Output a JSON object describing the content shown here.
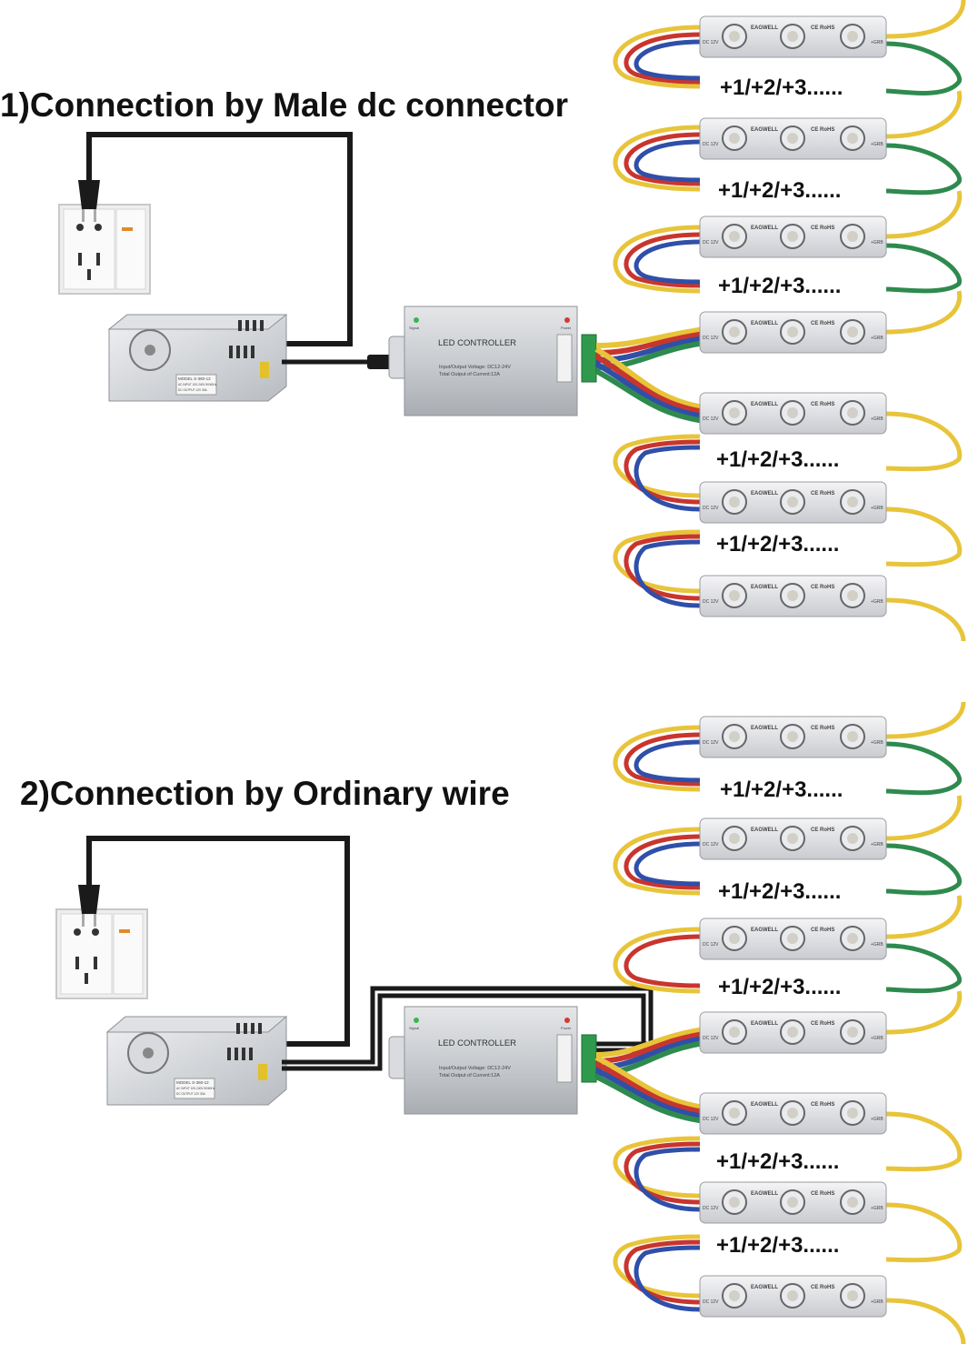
{
  "sections": [
    {
      "heading": "1)Connection by Male dc connector",
      "connection_type": "male-dc-connector",
      "controller": {
        "title": "LED CONTROLLER",
        "spec_voltage": "Input/Output Voltage: DC12-24V",
        "spec_current": "Total Output of Current:12A",
        "signal_label": "Signal",
        "power_label": "Power"
      },
      "power_supply": {
        "model": "MODEL S-360-12",
        "input": "AC INPUT 100-240V 50/60Hz",
        "output": "DC OUTPUT 12V 30A"
      },
      "modules": [
        {
          "brand": "EAGWELL",
          "cert": "CE RoHS",
          "voltage": "DC 12V",
          "pins": "+GRB"
        },
        {
          "brand": "EAGWELL",
          "cert": "CE RoHS",
          "voltage": "DC 12V",
          "pins": "+GRB"
        },
        {
          "brand": "EAGWELL",
          "cert": "CE RoHS",
          "voltage": "DC 12V",
          "pins": "+GRB"
        },
        {
          "brand": "EAGWELL",
          "cert": "CE RoHS",
          "voltage": "DC 12V",
          "pins": "+GRB"
        },
        {
          "brand": "EAGWELL",
          "cert": "CE RoHS",
          "voltage": "DC 12V",
          "pins": "+GRB"
        },
        {
          "brand": "EAGWELL",
          "cert": "CE RoHS",
          "voltage": "DC 12V",
          "pins": "+GRB"
        },
        {
          "brand": "EAGWELL",
          "cert": "CE RoHS",
          "voltage": "DC 12V",
          "pins": "+GRB"
        }
      ],
      "repeat_labels": [
        "+1/+2/+3......",
        "+1/+2/+3......",
        "+1/+2/+3......",
        "+1/+2/+3......",
        "+1/+2/+3......"
      ]
    },
    {
      "heading": "2)Connection by Ordinary wire",
      "connection_type": "ordinary-wire",
      "controller": {
        "title": "LED CONTROLLER",
        "spec_voltage": "Input/Output Voltage: DC12-24V",
        "spec_current": "Total Output of Current:12A",
        "signal_label": "Signal",
        "power_label": "Power"
      },
      "power_supply": {
        "model": "MODEL S-360-12",
        "input": "AC INPUT 100-240V 50/60Hz",
        "output": "DC OUTPUT 12V 30A"
      },
      "modules": [
        {
          "brand": "EAGWELL",
          "cert": "CE RoHS",
          "voltage": "DC 12V",
          "pins": "+GRB"
        },
        {
          "brand": "EAGWELL",
          "cert": "CE RoHS",
          "voltage": "DC 12V",
          "pins": "+GRB"
        },
        {
          "brand": "EAGWELL",
          "cert": "CE RoHS",
          "voltage": "DC 12V",
          "pins": "+GRB"
        },
        {
          "brand": "EAGWELL",
          "cert": "CE RoHS",
          "voltage": "DC 12V",
          "pins": "+GRB"
        },
        {
          "brand": "EAGWELL",
          "cert": "CE RoHS",
          "voltage": "DC 12V",
          "pins": "+GRB"
        },
        {
          "brand": "EAGWELL",
          "cert": "CE RoHS",
          "voltage": "DC 12V",
          "pins": "+GRB"
        },
        {
          "brand": "EAGWELL",
          "cert": "CE RoHS",
          "voltage": "DC 12V",
          "pins": "+GRB"
        }
      ],
      "repeat_labels": [
        "+1/+2/+3......",
        "+1/+2/+3......",
        "+1/+2/+3......",
        "+1/+2/+3......",
        "+1/+2/+3......"
      ]
    }
  ],
  "wire_colors": {
    "yellow": "#e8c43a",
    "red": "#c8352e",
    "blue": "#2f4fa8",
    "green": "#2e8a4e",
    "black": "#1a1a1a"
  },
  "icons": [
    "wall-socket-icon",
    "plug-icon",
    "power-supply-icon",
    "led-controller-icon",
    "led-module-icon"
  ]
}
